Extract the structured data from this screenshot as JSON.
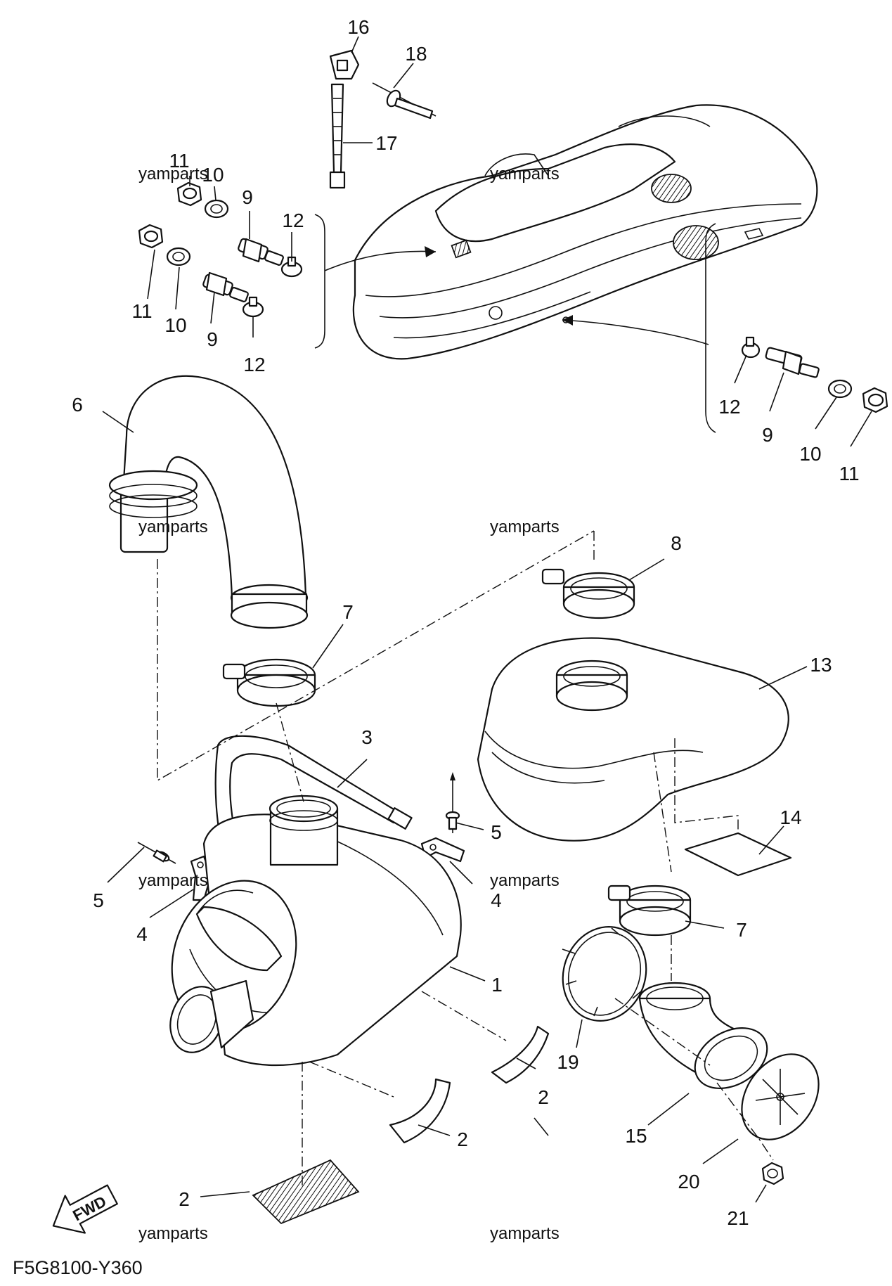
{
  "diagram": {
    "code": "F5G8100-Y360",
    "fwd_label": "FWD",
    "watermark": "yamparts",
    "callouts": {
      "c1": "1",
      "c2a": "2",
      "c2b": "2",
      "c2c": "2",
      "c3": "3",
      "c4a": "4",
      "c4b": "4",
      "c5a": "5",
      "c5b": "5",
      "c6": "6",
      "c7a": "7",
      "c7b": "7",
      "c8": "8",
      "c9a": "9",
      "c9b": "9",
      "c9c": "9",
      "c10a": "10",
      "c10b": "10",
      "c10c": "10",
      "c11a": "11",
      "c11b": "11",
      "c11c": "11",
      "c12a": "12",
      "c12b": "12",
      "c12c": "12",
      "c13": "13",
      "c14": "14",
      "c15": "15",
      "c16": "16",
      "c17": "17",
      "c18": "18",
      "c19": "19",
      "c20": "20",
      "c21": "21"
    }
  }
}
